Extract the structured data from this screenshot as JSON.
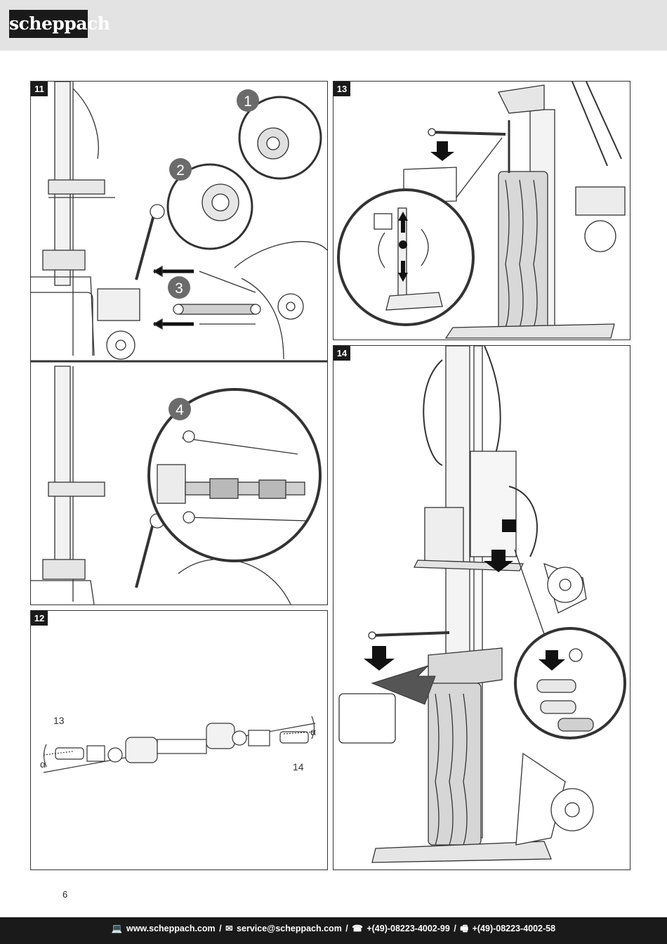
{
  "header": {
    "logo_text": "scheppach"
  },
  "panels": {
    "p11": {
      "number": "11"
    },
    "p12": {
      "number": "12",
      "callout_left": "13",
      "callout_right": "14",
      "angle_symbol": "α"
    },
    "p13": {
      "number": "13"
    },
    "p14": {
      "number": "14"
    }
  },
  "steps": [
    "1",
    "2",
    "3",
    "4"
  ],
  "page_number": "6",
  "footer": {
    "web": "www.scheppach.com",
    "sep1": "/",
    "email": "service@scheppach.com",
    "sep2": "/",
    "phone": "+(49)-08223-4002-99",
    "sep3": "/",
    "fax": "+(49)-08223-4002-58"
  },
  "colors": {
    "header_bg": "#e3e3e3",
    "footer_bg": "#1a1a1a",
    "step_badge": "#6b6b6b"
  }
}
